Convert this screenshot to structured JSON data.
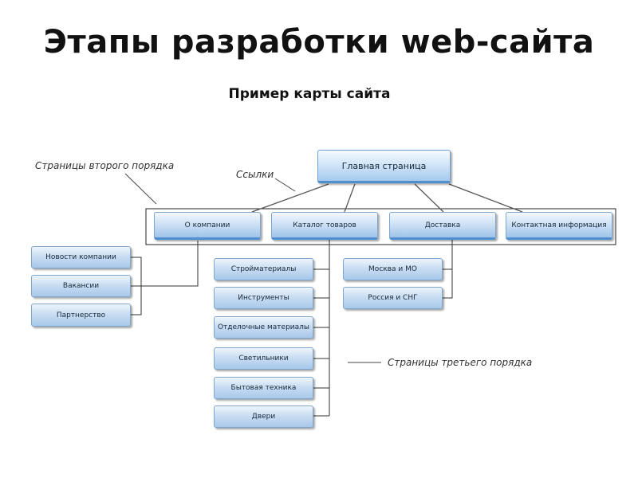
{
  "title": "Этапы разработки web-сайта",
  "subtitle": "Пример карты сайта",
  "annotations": {
    "second_level": "Страницы второго порядка",
    "links": "Ссылки",
    "third_level": "Страницы третьего порядка"
  },
  "root": "Главная страница",
  "second_level": [
    "О компании",
    "Каталог товаров",
    "Доставка",
    "Контактная информация"
  ],
  "company_pages": [
    "Новости компании",
    "Вакансии",
    "Партнерство"
  ],
  "catalog_pages": [
    "Стройматериалы",
    "Инструменты",
    "Отделочные материалы",
    "Светильники",
    "Бытовая техника",
    "Двери"
  ],
  "delivery_pages": [
    "Москва и МО",
    "Россия и СНГ"
  ]
}
